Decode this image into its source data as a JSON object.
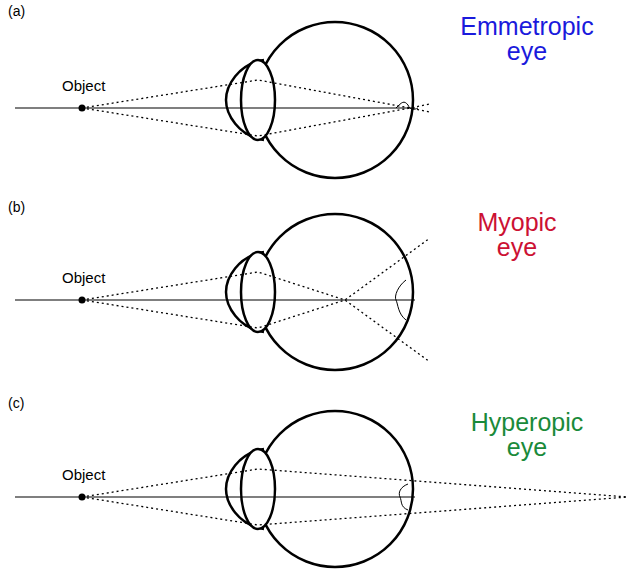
{
  "diagram": {
    "labels": [
      "(a)",
      "Object",
      "Emmetropic eye",
      "(b)",
      "Object",
      "Myopic eye",
      "(c)",
      "Object",
      "Hyperopic eye"
    ]
  }
}
